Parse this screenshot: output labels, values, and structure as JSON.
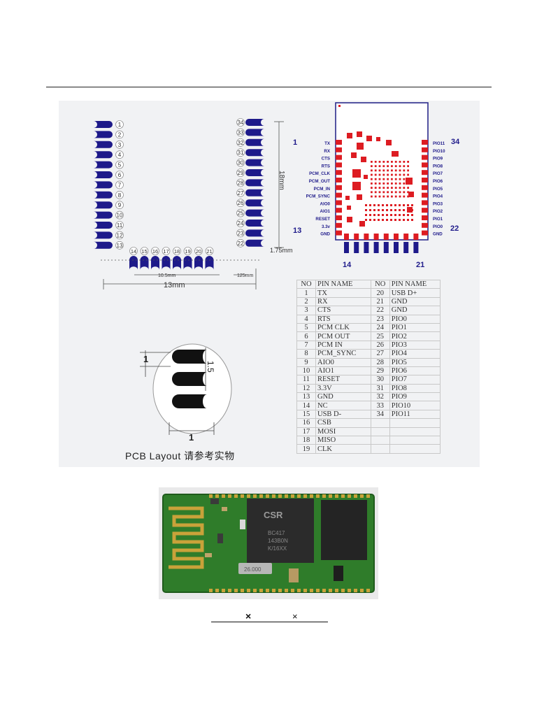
{
  "drawing": {
    "left_pins": [
      "1",
      "2",
      "3",
      "4",
      "5",
      "6",
      "7",
      "8",
      "9",
      "10",
      "11",
      "12",
      "13"
    ],
    "right_pins": [
      "34",
      "33",
      "32",
      "31",
      "30",
      "29",
      "28",
      "27",
      "26",
      "25",
      "24",
      "23",
      "22"
    ],
    "bottom_pins": [
      "14",
      "15",
      "16",
      "17",
      "18",
      "19",
      "20",
      "21"
    ],
    "dim_height": "18mm",
    "dim_edge": "1.75mm",
    "dim_pitch_span": "10.5mm",
    "dim_edge_bottom": "125mm",
    "dim_width": "13mm"
  },
  "pad_detail": {
    "dim_left": "1",
    "dim_right": "1.5",
    "dim_bottom": "1",
    "caption": "PCB Layout 请参考实物"
  },
  "layout_view": {
    "corner_1": "1",
    "corner_13": "13",
    "corner_14": "14",
    "corner_21": "21",
    "corner_22": "22",
    "corner_34": "34",
    "left_labels": [
      "TX",
      "RX",
      "CTS",
      "RTS",
      "PCM_CLK",
      "PCM_OUT",
      "PCM_IN",
      "PCM_SYNC",
      "AIO0",
      "AIO1",
      "RESET",
      "3.3v",
      "GND"
    ],
    "right_labels": [
      "PIO11",
      "PIO10",
      "PIO9",
      "PIO8",
      "PIO7",
      "PIO6",
      "PIO5",
      "PIO4",
      "PIO3",
      "PIO2",
      "PIO1",
      "PIO0",
      "GND"
    ]
  },
  "pin_table": {
    "headers": [
      "NO",
      "PIN NAME",
      "NO",
      "PIN NAME"
    ],
    "rows": [
      [
        "1",
        "TX",
        "20",
        "USB D+"
      ],
      [
        "2",
        "RX",
        "21",
        "GND"
      ],
      [
        "3",
        "CTS",
        "22",
        "GND"
      ],
      [
        "4",
        "RTS",
        "23",
        "PIO0"
      ],
      [
        "5",
        "PCM CLK",
        "24",
        "PIO1"
      ],
      [
        "6",
        "PCM OUT",
        "25",
        "PIO2"
      ],
      [
        "7",
        "PCM IN",
        "26",
        "PIO3"
      ],
      [
        "8",
        "PCM_SYNC",
        "27",
        "PIO4"
      ],
      [
        "9",
        "AIO0",
        "28",
        "PIO5"
      ],
      [
        "10",
        "AIO1",
        "29",
        "PIO6"
      ],
      [
        "11",
        "RESET",
        "30",
        "PIO7"
      ],
      [
        "12",
        "3.3V",
        "31",
        "PIO8"
      ],
      [
        "13",
        "GND",
        "32",
        "PIO9"
      ],
      [
        "14",
        "NC",
        "33",
        "PIO10"
      ],
      [
        "15",
        "USB D-",
        "34",
        "PIO11"
      ],
      [
        "16",
        "CSB",
        "",
        ""
      ],
      [
        "17",
        "MOSI",
        "",
        ""
      ],
      [
        "18",
        "MISO",
        "",
        ""
      ],
      [
        "19",
        "CLK",
        "",
        ""
      ]
    ]
  },
  "photo": {
    "chip_brand": "CSR",
    "chip_text": [
      "BC417",
      "143B0N",
      "K/16XX"
    ],
    "crystal_text": "26.000"
  },
  "caption": {
    "mark1": "×",
    "mark2": "×"
  },
  "colors": {
    "pin_blue": "#1e1a8a",
    "pad_red": "#dd1c22",
    "board_green": "#2f7c2a",
    "gold": "#c9a23a"
  }
}
